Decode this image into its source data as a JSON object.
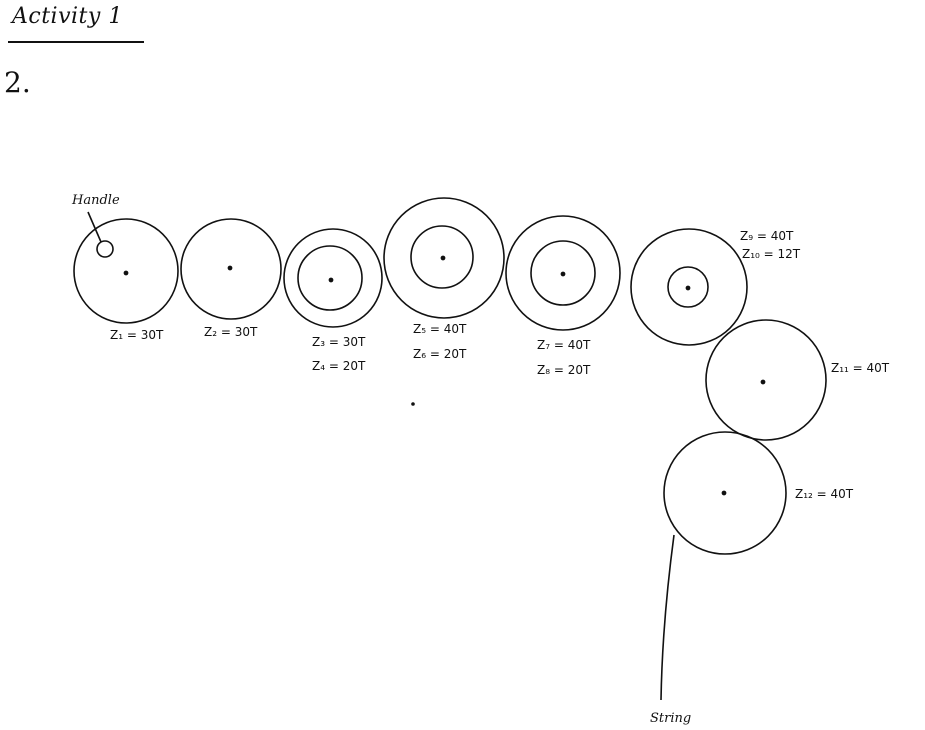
{
  "header": {
    "activity_title": "Activity 1",
    "question_number": "2."
  },
  "annotations": {
    "handle": "Handle",
    "string": "String"
  },
  "gear_labels": {
    "z1": "Z₁ = 30T",
    "z2": "Z₂ = 30T",
    "z3": "Z₃ = 30T",
    "z4": "Z₄ = 20T",
    "z5": "Z₅ = 40T",
    "z6": "Z₆ = 20T",
    "z7": "Z₇ = 40T",
    "z8": "Z₈ = 20T",
    "z9": "Z₉ = 40T",
    "z10": "Z₁₀ = 12T",
    "z11": "Z₁₁ = 40T",
    "z12": "Z₁₂ = 40T"
  },
  "colors": {
    "ink": "#111111",
    "paper": "#ffffff"
  }
}
